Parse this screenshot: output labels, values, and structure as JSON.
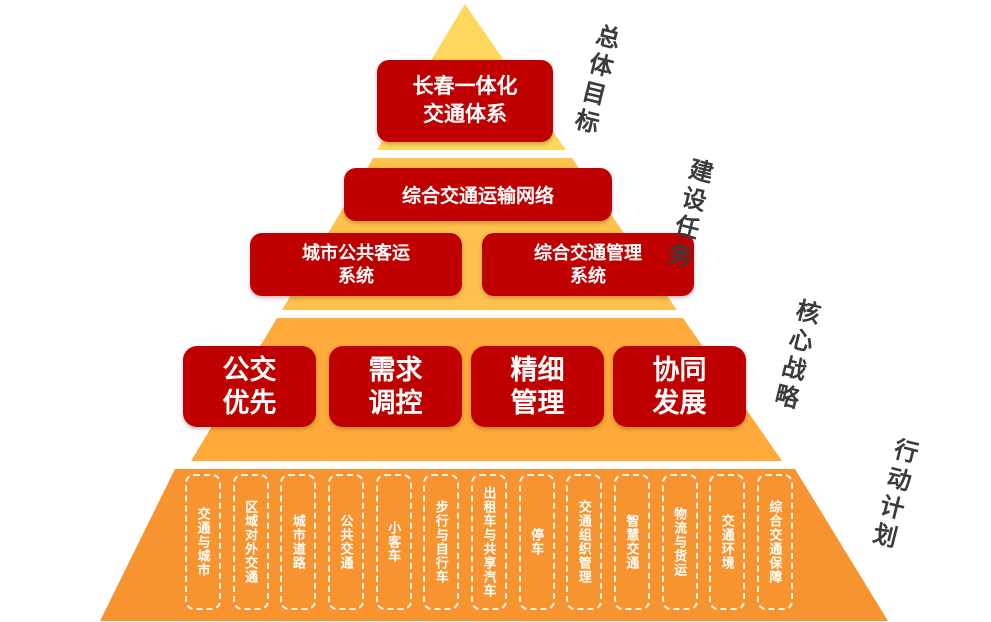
{
  "colors": {
    "tier1_fill": "#FFD75C",
    "tier2_fill": "#FFC14E",
    "tier3_fill": "#FFAA3A",
    "tier4_fill": "#F8942F",
    "box_red": "#C00000",
    "box_text": "#FFFFFF",
    "label_color": "#3B3B3B"
  },
  "side_labels": [
    {
      "text": "总体目标"
    },
    {
      "text": "建设任务"
    },
    {
      "text": "核心战略"
    },
    {
      "text": "行动计划"
    }
  ],
  "tiers": {
    "goal_box": {
      "lines": [
        "长春一体化",
        "交通体系"
      ]
    },
    "task_boxes": [
      {
        "lines": [
          "综合交通运输网络"
        ]
      },
      {
        "lines": [
          "城市公共客运",
          "系统"
        ]
      },
      {
        "lines": [
          "综合交通管理",
          "系统"
        ]
      }
    ],
    "strategy_boxes": [
      {
        "lines": [
          "公交",
          "优先"
        ]
      },
      {
        "lines": [
          "需求",
          "调控"
        ]
      },
      {
        "lines": [
          "精细",
          "管理"
        ]
      },
      {
        "lines": [
          "协同",
          "发展"
        ]
      }
    ],
    "action_items": [
      "交通与城市",
      "区域对外交通",
      "城市道路",
      "公共交通",
      "小客车",
      "步行与自行车",
      "出租车与共享汽车",
      "停车",
      "交通组织管理",
      "智慧交通",
      "物流与货运",
      "交通环境",
      "综合交通保障"
    ]
  }
}
